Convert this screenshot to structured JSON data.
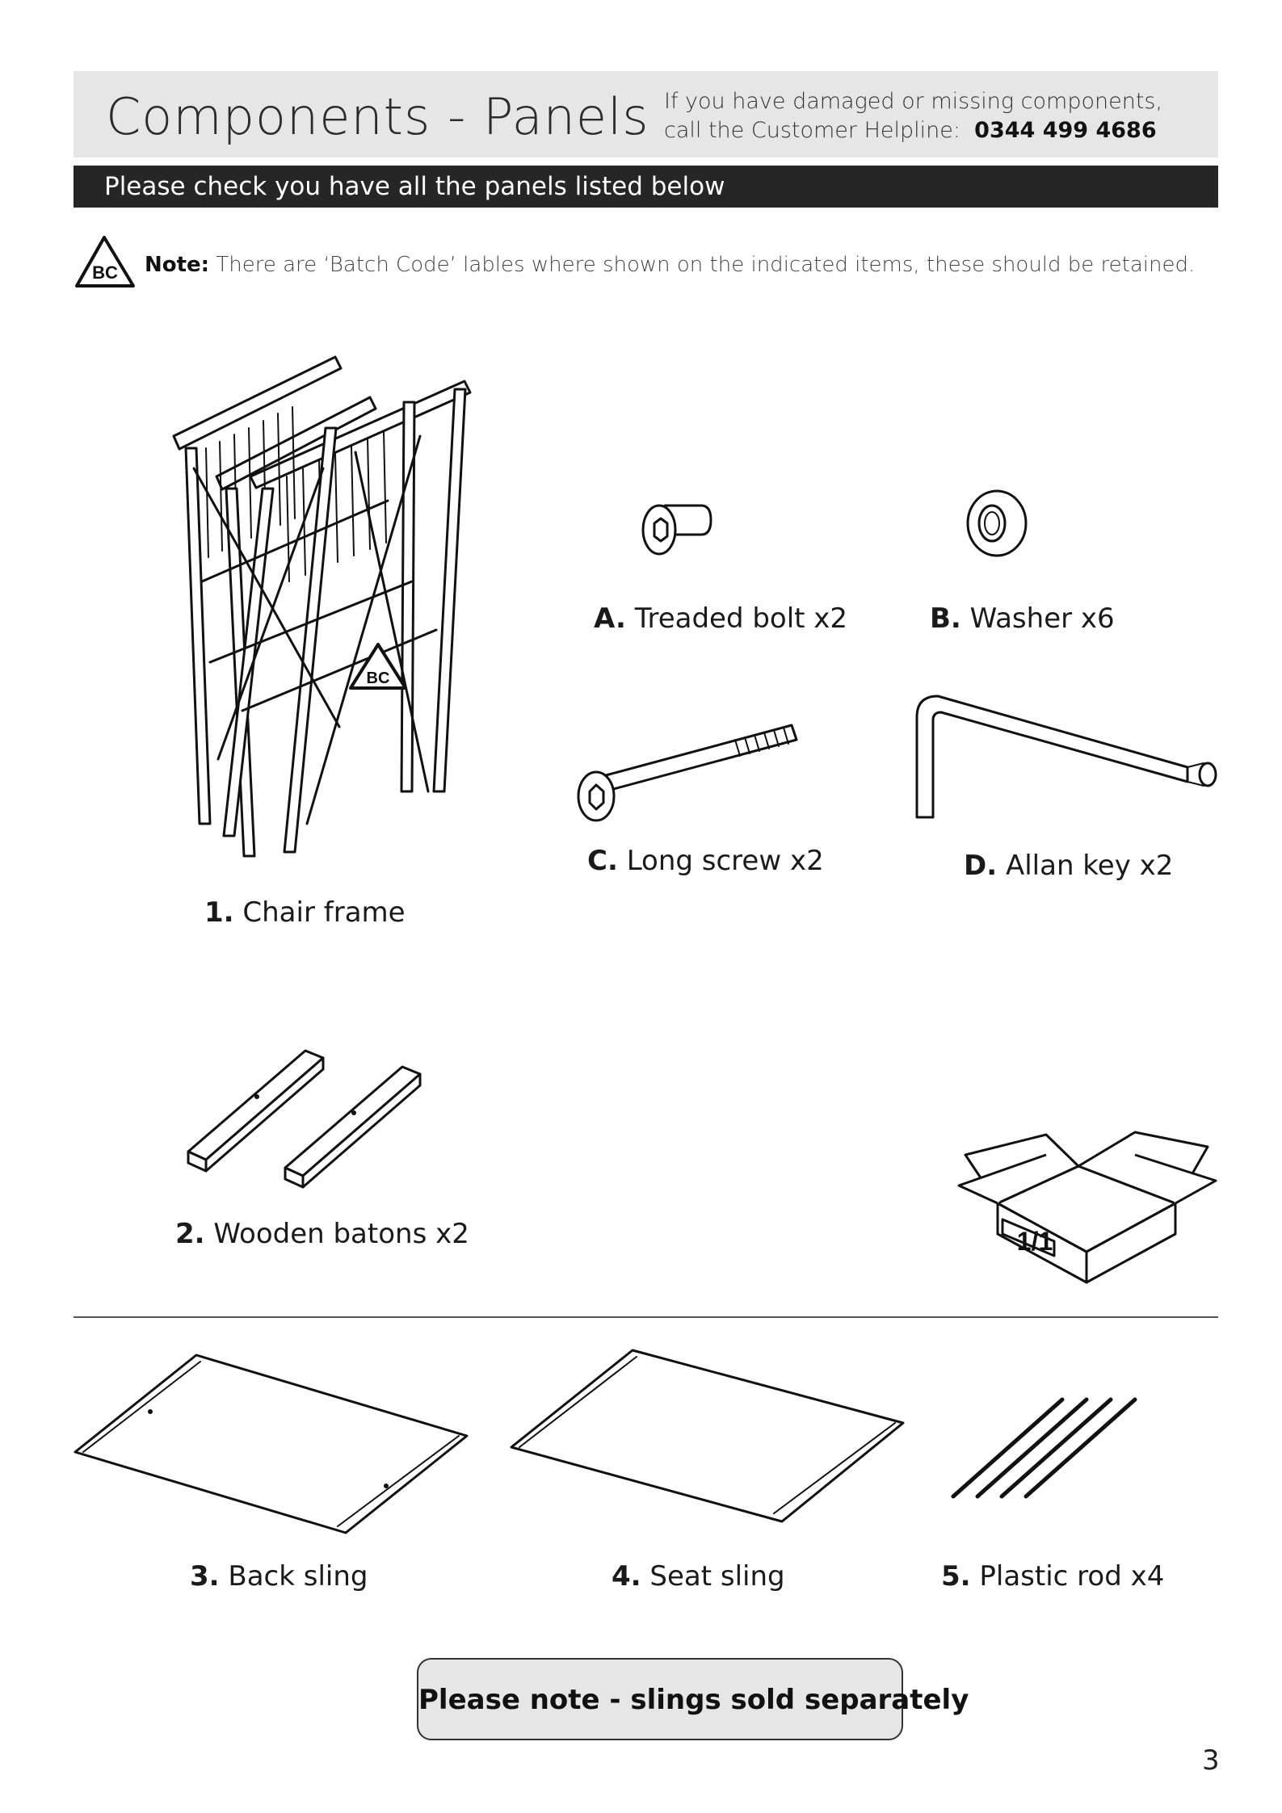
{
  "header": {
    "title": "Components - Panels",
    "help_line1": "If you have damaged or missing components,",
    "help_line2": "call the Customer Helpline:",
    "phone": "0344 499 4686",
    "subheading": "Please check you have all the panels listed below"
  },
  "note": {
    "badge": "BC",
    "prefix": "Note:",
    "text": "There are ‘Batch Code’ lables where shown on the indicated items, these should be retained."
  },
  "items": {
    "chair_frame": {
      "num": "1.",
      "name": "Chair frame",
      "badge": "BC"
    },
    "batons": {
      "num": "2.",
      "name": "Wooden batons x2"
    },
    "back_sling": {
      "num": "3.",
      "name": "Back sling"
    },
    "seat_sling": {
      "num": "4.",
      "name": "Seat sling"
    },
    "plastic_rod": {
      "num": "5.",
      "name": "Plastic rod  x4"
    },
    "bolt": {
      "num": "A.",
      "name": "Treaded bolt x2"
    },
    "washer": {
      "num": "B.",
      "name": "Washer x6"
    },
    "long_screw": {
      "num": "C.",
      "name": "Long screw x2"
    },
    "allan_key": {
      "num": "D.",
      "name": "Allan key  x2"
    }
  },
  "box": {
    "label": "1/1"
  },
  "footer": {
    "sold_note": "Please note - slings sold separately",
    "page_number": "3"
  },
  "icons": {
    "batch_code": "warning-triangle-icon",
    "box": "open-box-icon"
  }
}
